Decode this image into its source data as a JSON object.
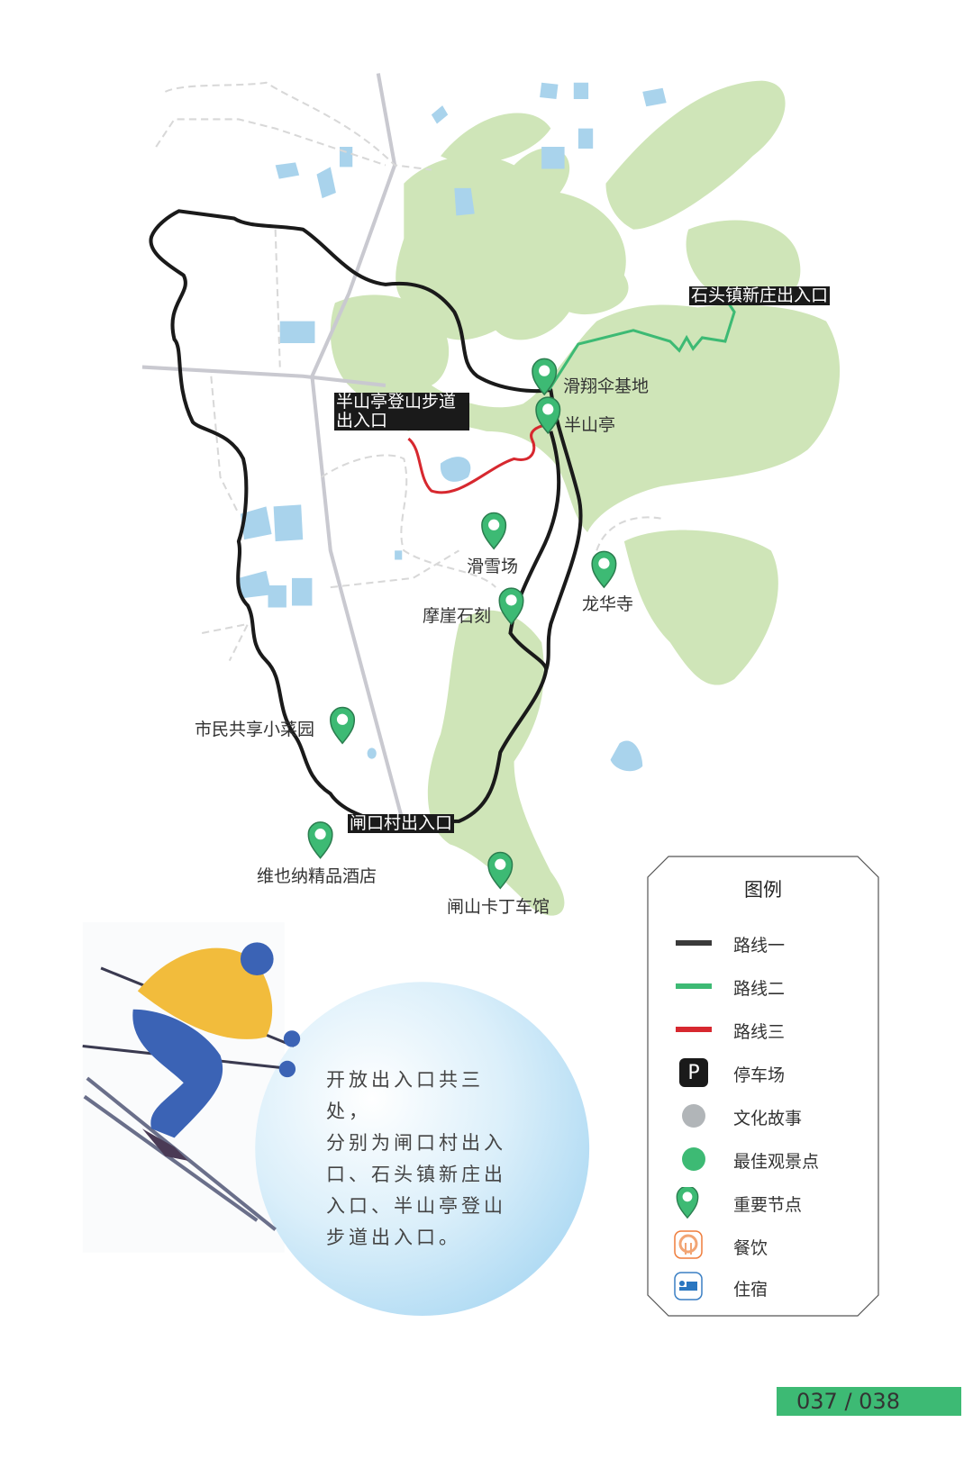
{
  "map": {
    "exits": [
      {
        "id": "shitou",
        "label": "石头镇新庄出入口"
      },
      {
        "id": "banshan",
        "line1": "半山亭登山步道",
        "line2": "出入口"
      },
      {
        "id": "zhakou",
        "label": "闸口村出入口"
      }
    ],
    "nodes": [
      {
        "id": "paraglide",
        "label": "滑翔伞基地"
      },
      {
        "id": "banshanting",
        "label": "半山亭"
      },
      {
        "id": "ski",
        "label": "滑雪场"
      },
      {
        "id": "longhua",
        "label": "龙华寺"
      },
      {
        "id": "moya",
        "label": "摩崖石刻"
      },
      {
        "id": "garden",
        "label": "市民共享小菜园"
      },
      {
        "id": "hotel",
        "label": "维也纳精品酒店"
      },
      {
        "id": "karting",
        "label": "闸山卡丁车馆"
      }
    ]
  },
  "colors": {
    "route1": "#333333",
    "route2": "#3dba74",
    "route3": "#d7282f",
    "green": "#cfe5b8",
    "water": "#a9d3ec",
    "pin": "#3dba74",
    "parking": "#1a1a1a",
    "culture": "#b1b5b8",
    "accent": "#3dba74"
  },
  "legend": {
    "title": "图例",
    "items": [
      {
        "icon": "route1-line",
        "label": "路线一"
      },
      {
        "icon": "route2-line",
        "label": "路线二"
      },
      {
        "icon": "route3-line",
        "label": "路线三"
      },
      {
        "icon": "parking-icon",
        "label": "停车场",
        "glyph": "P"
      },
      {
        "icon": "culture-dot",
        "label": "文化故事"
      },
      {
        "icon": "viewpoint-dot",
        "label": "最佳观景点"
      },
      {
        "icon": "pin-icon",
        "label": "重要节点"
      },
      {
        "icon": "dining-icon",
        "label": "餐饮"
      },
      {
        "icon": "lodging-icon",
        "label": "住宿"
      }
    ]
  },
  "info": {
    "lines": [
      "开放出入口共三处，",
      "分别为闸口村出入",
      "口、石头镇新庄出",
      "入口、半山亭登山",
      "步道出入口。"
    ]
  },
  "pager": {
    "text": "037 / 038"
  }
}
